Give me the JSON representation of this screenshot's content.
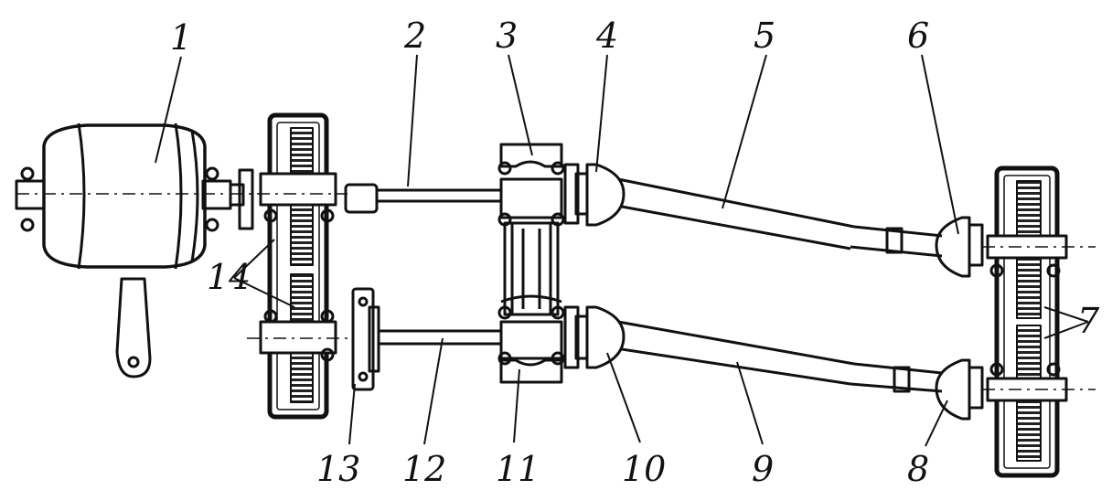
{
  "labels": {
    "l1": "1",
    "l2": "2",
    "l3": "3",
    "l4": "4",
    "l5": "5",
    "l6": "6",
    "l7": "7",
    "l8": "8",
    "l9": "9",
    "l10": "10",
    "l11": "11",
    "l12": "12",
    "l13": "13",
    "l14": "14"
  },
  "colors": {
    "ink": "#111111",
    "paper": "#ffffff",
    "hatch": "#333333"
  }
}
